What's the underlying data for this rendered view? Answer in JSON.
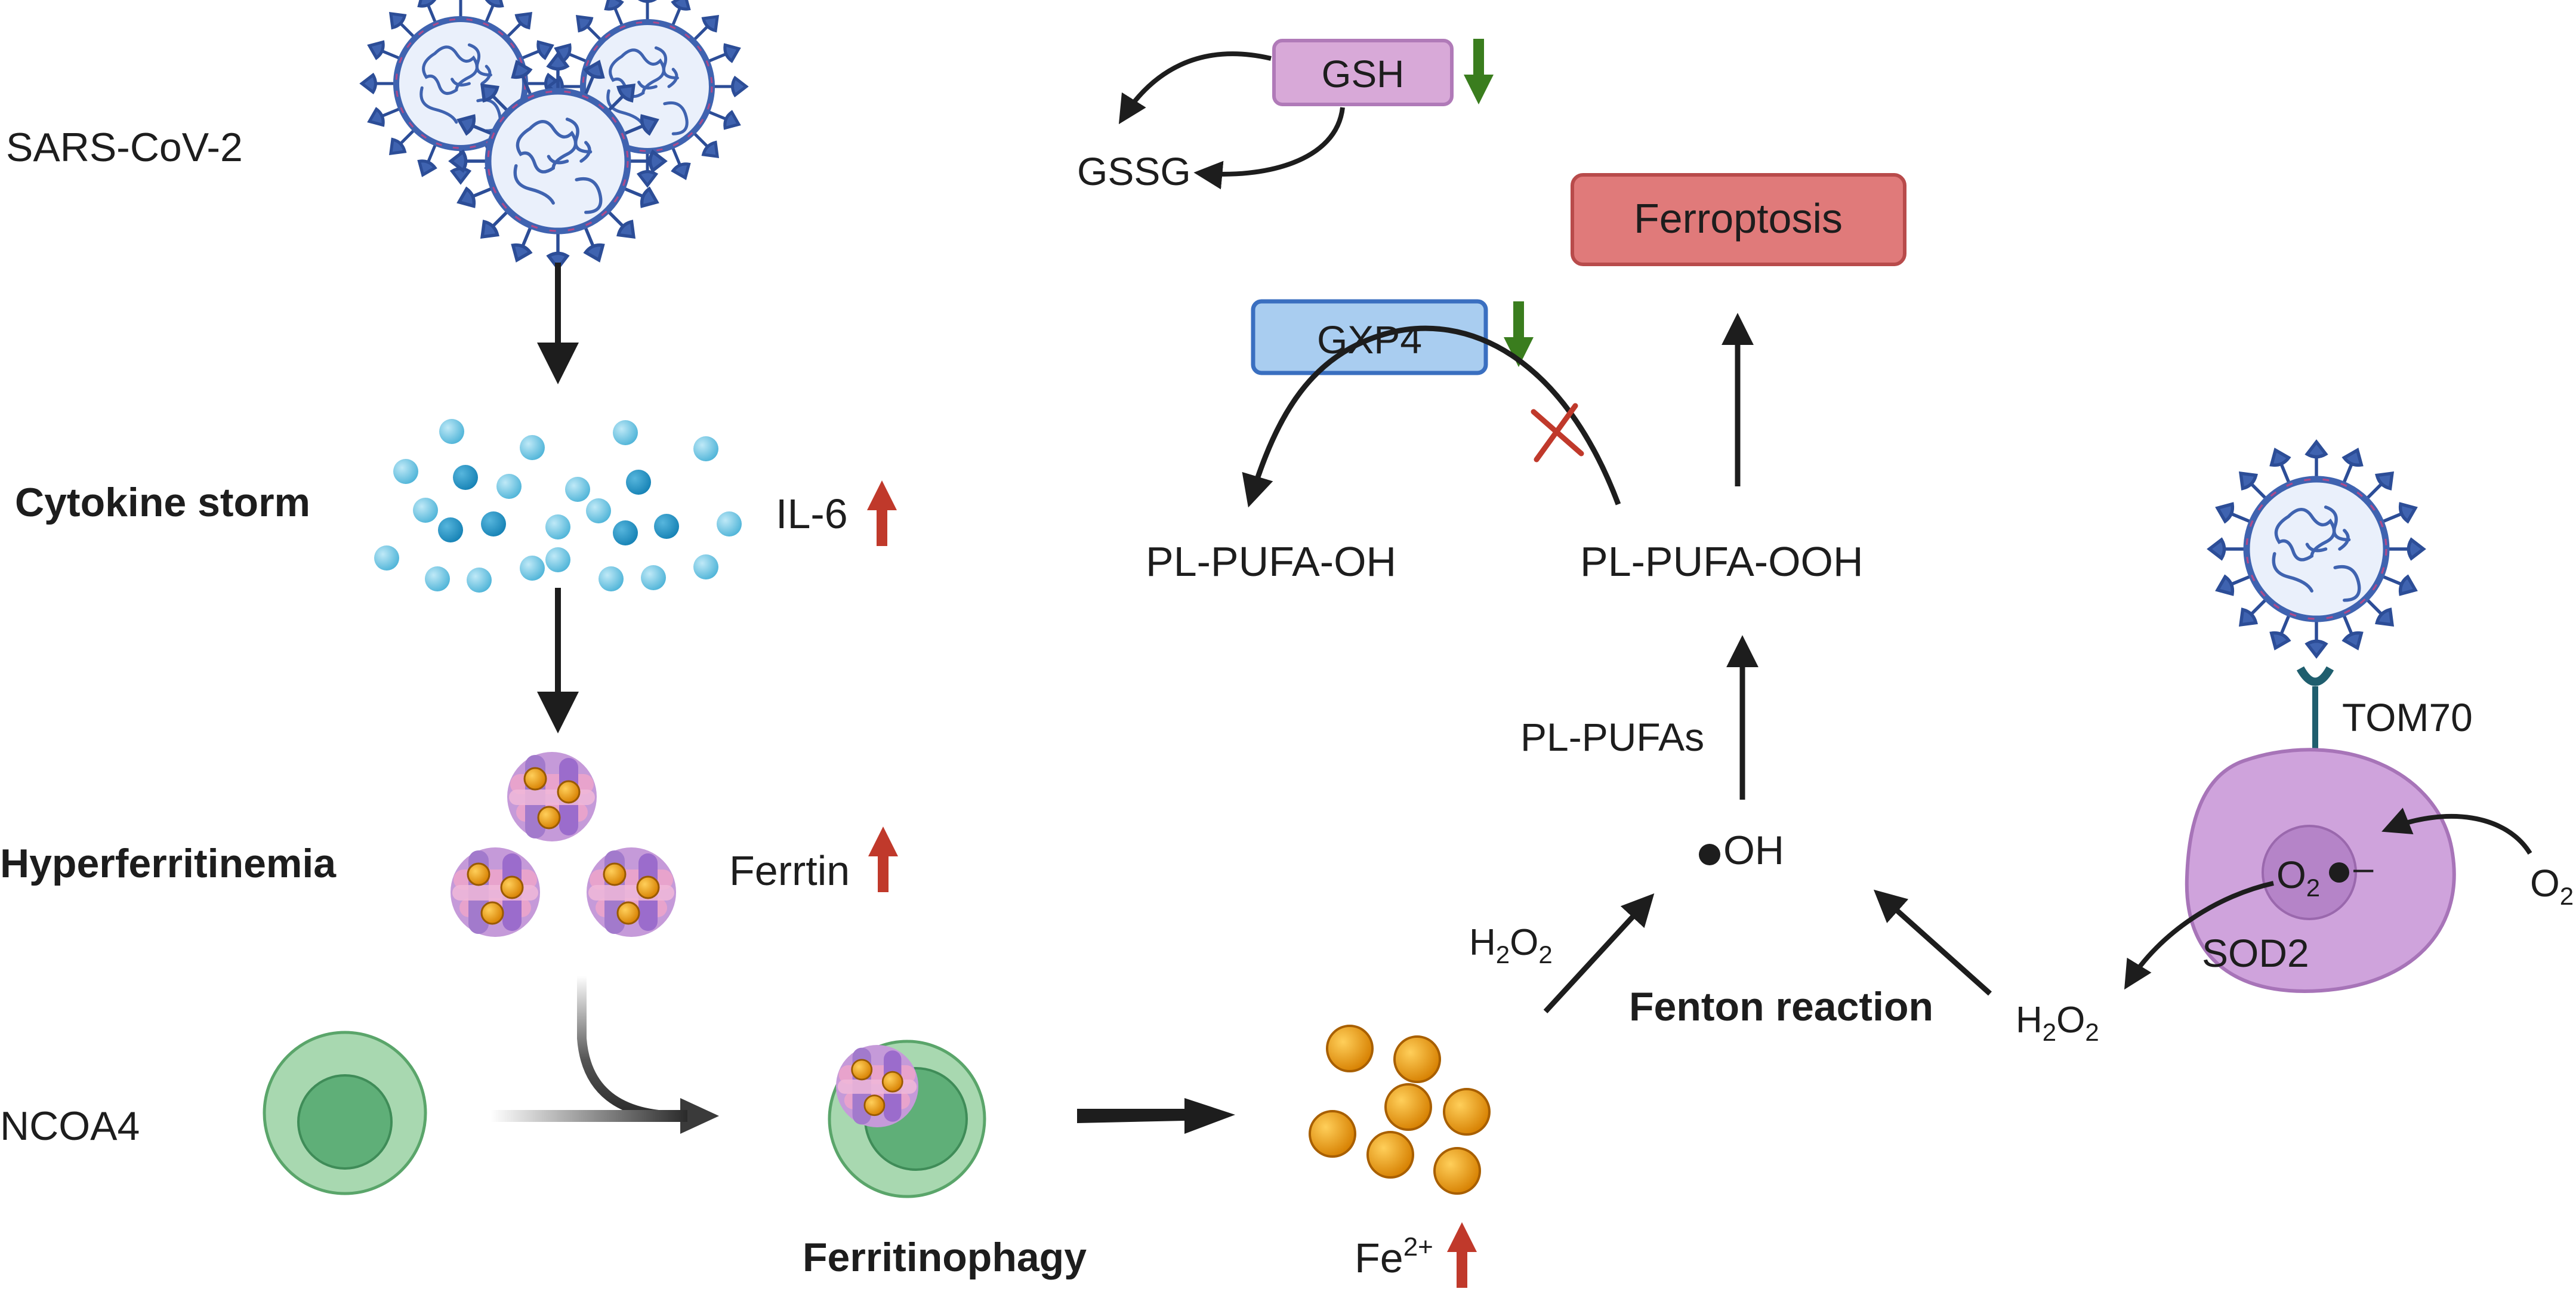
{
  "labels": {
    "sars_cov2": "SARS-CoV-2",
    "cytokine_storm": "Cytokine storm",
    "il6": "IL-6",
    "hyperferritinemia": "Hyperferritinemia",
    "ferritin": "Ferrtin",
    "ncoa4": "NCOA4",
    "ferritinophagy": "Ferritinophagy",
    "fe": "Fe",
    "fe_charge": "2+",
    "h2o2_left_h": "H",
    "h2o2_left_2a": "2",
    "h2o2_left_o": "O",
    "h2o2_left_2b": "2",
    "hydroxyl_radical": "OH",
    "fenton_reaction": "Fenton reaction",
    "h2o2_right_h": "H",
    "h2o2_right_2a": "2",
    "h2o2_right_o": "O",
    "h2o2_right_2b": "2",
    "pl_pufas": "PL-PUFAs",
    "pl_pufa_ooh": "PL-PUFA-OOH",
    "pl_pufa_oh": "PL-PUFA-OH",
    "gxp4": "GXP4",
    "gsh": "GSH",
    "gssg": "GSSG",
    "ferroptosis": "Ferroptosis",
    "tom70": "TOM70",
    "sod2": "SOD2",
    "superoxide_o": "O",
    "superoxide_sub": "2",
    "superoxide_charge": "–",
    "o2_o": "O",
    "o2_sub": "2"
  },
  "indicators": {
    "il6": "up",
    "ferritin": "up",
    "fe": "up",
    "gsh": "down",
    "gxp4": "down"
  },
  "colors": {
    "up_arrow": "#c0392b",
    "down_arrow": "#3a7d1e",
    "ferroptosis_box": "#e07a7a",
    "gxp4_box": "#a9cdf0",
    "gsh_box": "#d8a9d8",
    "iron": "#e0900a",
    "cytokine": "#5bbcdc",
    "cell": "#a8d8b0",
    "mitochondrion": "#cfa3dc",
    "virus": "#3f63b0"
  }
}
